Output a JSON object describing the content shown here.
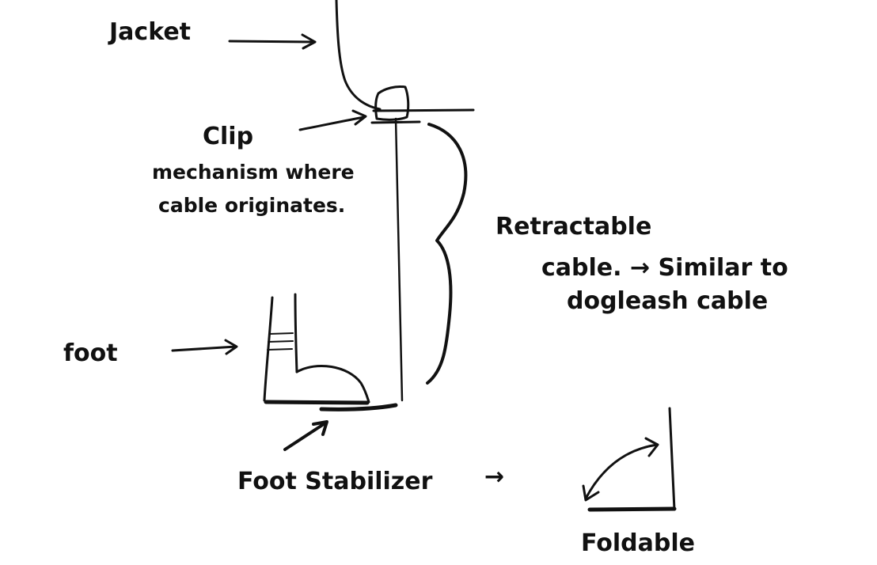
{
  "labels": {
    "jacket": "Jacket",
    "clip": "Clip",
    "clip_desc_1": "mechanism where",
    "clip_desc_2": "cable originates.",
    "retractable_1": "Retractable",
    "retractable_2": "cable. → Similar to",
    "retractable_3": "dogleash cable",
    "foot": "foot",
    "foot_stabilizer": "Foot Stabilizer",
    "foot_stabilizer_arrow": "→",
    "foldable": "Foldable"
  },
  "colors": {
    "ink": "#111111",
    "background": "#ffffff"
  }
}
